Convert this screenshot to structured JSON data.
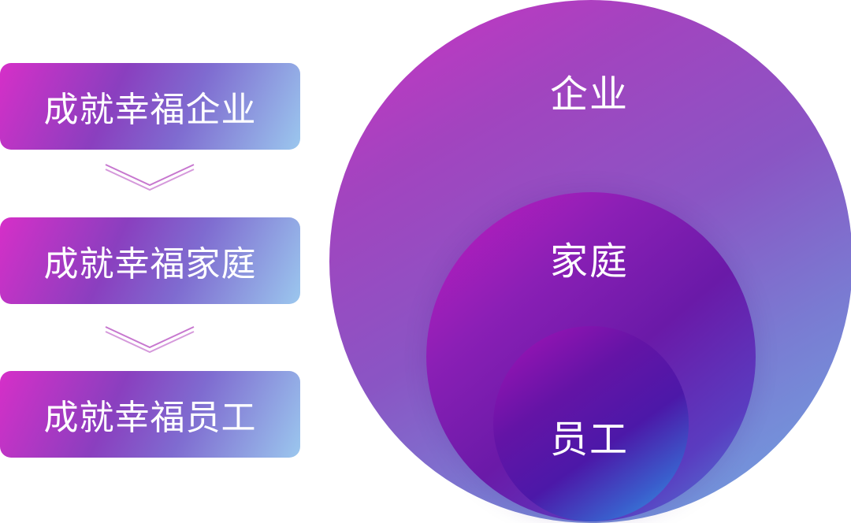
{
  "steps": [
    {
      "label": "成就幸福企业"
    },
    {
      "label": "成就幸福家庭"
    },
    {
      "label": "成就幸福员工"
    }
  ],
  "circles": {
    "outer": {
      "label": "企业"
    },
    "middle": {
      "label": "家庭"
    },
    "inner": {
      "label": "员工"
    }
  },
  "colors": {
    "magenta": "#d62fc8",
    "purple": "#6a1aa8",
    "light_blue": "#9bc7ee",
    "chevron_stroke": "#c777cf"
  },
  "icons": [
    "chevron-down-icon",
    "chevron-down-icon"
  ]
}
